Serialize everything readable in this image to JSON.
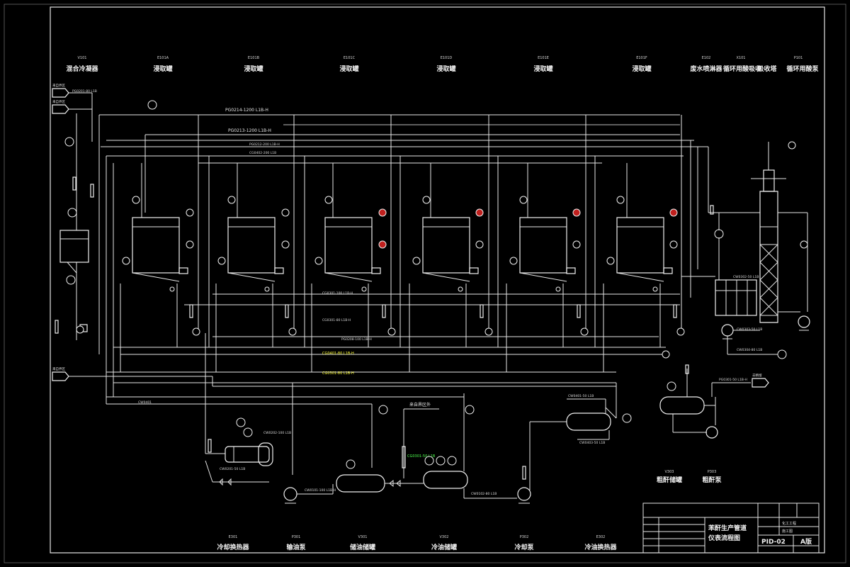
{
  "top_equipment": [
    {
      "tag": "V101",
      "name": "混合冷凝器"
    },
    {
      "tag": "E101A",
      "name": "浸取罐"
    },
    {
      "tag": "E101B",
      "name": "浸取罐"
    },
    {
      "tag": "E101C",
      "name": "浸取罐"
    },
    {
      "tag": "E101D",
      "name": "浸取罐"
    },
    {
      "tag": "E101E",
      "name": "浸取罐"
    },
    {
      "tag": "E101F",
      "name": "浸取罐"
    },
    {
      "tag": "E102",
      "name": "废水喷淋器"
    },
    {
      "tag": "X101",
      "name": "循环用酸吸收"
    },
    {
      "tag": "",
      "name": "吸收塔"
    },
    {
      "tag": "P101",
      "name": "循环用酸泵"
    }
  ],
  "bottom_equipment": [
    {
      "tag": "E301",
      "name": "冷却换热器"
    },
    {
      "tag": "P301",
      "name": "输油泵"
    },
    {
      "tag": "V301",
      "name": "储油储罐"
    },
    {
      "tag": "V302",
      "name": "冷油储罐"
    },
    {
      "tag": "P302",
      "name": "冷却泵"
    },
    {
      "tag": "E302",
      "name": "冷油换热器"
    }
  ],
  "side_equipment": [
    {
      "tag": "V303",
      "name": "粗酐储罐"
    },
    {
      "tag": "P303",
      "name": "粗酐泵"
    }
  ],
  "line_labels": {
    "header1": "PG0214-1200 L1B-H",
    "header2": "PG0213-1200 L1B-H",
    "header3": "PG0212-200 L1B-H",
    "header4": "CG0402-200 L1B",
    "source_note": "来自界区外",
    "yellow1": "CG0401-80 L1B-H",
    "yellow2": "CG0301-80 L1B-H",
    "green1": "CG0301-50 L1B"
  },
  "title_block": {
    "title_line1": "苯酐生产管道",
    "title_line2": "仪表流程图",
    "drawing_no": "PID-02",
    "version": "A版",
    "right_label1": "化工工程",
    "right_label2": "施工图"
  }
}
